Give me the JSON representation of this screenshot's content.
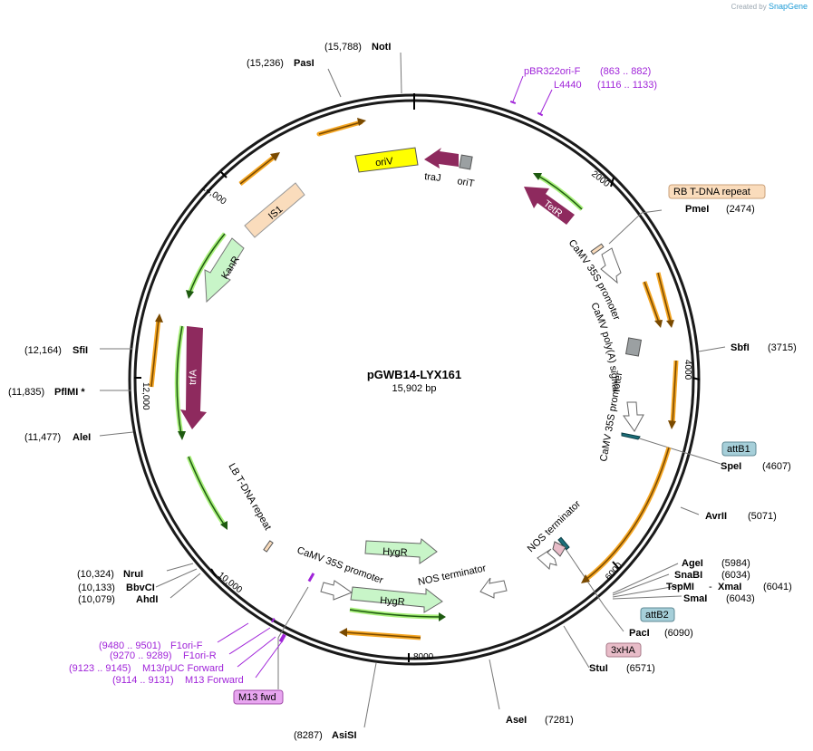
{
  "watermark": {
    "prefix": "Created by",
    "brand": "SnapGene"
  },
  "plasmid": {
    "name": "pGWB14-LYX161",
    "size": "15,902 bp"
  },
  "ticks": {
    "t2000": "2000",
    "t4000": "4000",
    "t6000": "6000",
    "t8000": "8000",
    "t10000": "10,000",
    "t12000": "12,000",
    "t14000": "14,000"
  },
  "sites": {
    "noti": {
      "pos": "(15,788)",
      "name": "NotI"
    },
    "pasi": {
      "pos": "(15,236)",
      "name": "PasI"
    },
    "pmei": {
      "name": "PmeI",
      "pos": "(2474)"
    },
    "sbfi": {
      "name": "SbfI",
      "pos": "(3715)"
    },
    "spei": {
      "name": "SpeI",
      "pos": "(4607)"
    },
    "avrii": {
      "name": "AvrII",
      "pos": "(5071)"
    },
    "agei": {
      "name": "AgeI",
      "pos": "(5984)"
    },
    "snabi": {
      "name": "SnaBI",
      "pos": "(6034)"
    },
    "tspmi": {
      "name": "TspMI",
      "sep": "-",
      "name2": "XmaI",
      "pos": "(6041)"
    },
    "smai": {
      "name": "SmaI",
      "pos": "(6043)"
    },
    "paci": {
      "name": "PacI",
      "pos": "(6090)"
    },
    "stui": {
      "name": "StuI",
      "pos": "(6571)"
    },
    "asei": {
      "name": "AseI",
      "pos": "(7281)"
    },
    "asisi": {
      "pos": "(8287)",
      "name": "AsiSI"
    },
    "ahdi": {
      "pos": "(10,079)",
      "name": "AhdI"
    },
    "bbvci": {
      "pos": "(10,133)",
      "name": "BbvCI"
    },
    "nrui": {
      "pos": "(10,324)",
      "name": "NruI"
    },
    "alei": {
      "pos": "(11,477)",
      "name": "AleI"
    },
    "pflmi": {
      "pos": "(11,835)",
      "name": "PflMI *"
    },
    "sfii": {
      "pos": "(12,164)",
      "name": "SfiI"
    }
  },
  "primers": {
    "pbr322": {
      "name": "pBR322ori-F",
      "range": "(863 .. 882)"
    },
    "l4440": {
      "name": "L4440",
      "range": "(1116 .. 1133)"
    },
    "f1orif": {
      "range": "(9480 .. 9501)",
      "name": "F1ori-F"
    },
    "f1orir": {
      "range": "(9270 .. 9289)",
      "name": "F1ori-R"
    },
    "m13puc": {
      "range": "(9123 .. 9145)",
      "name": "M13/pUC Forward"
    },
    "m13fwd": {
      "range": "(9114 .. 9131)",
      "name": "M13 Forward"
    }
  },
  "boxes": {
    "rb": "RB T-DNA repeat",
    "attb1": "attB1",
    "attb2": "attB2",
    "ha": "3xHA",
    "m13": "M13 fwd"
  },
  "features": {
    "oriv": "oriV",
    "traj": "traJ",
    "orit": "oriT",
    "tetr": "TetR",
    "is1": "IS1",
    "kanr": "KanR",
    "trfa": "trfA",
    "hygr1": "HygR",
    "hygr2": "HygR",
    "camv_a": "CaMV 35S promoter",
    "polya": "CaMV poly(A) signal",
    "camv_b": "CaMV 35S promoter",
    "nos_r": "NOS terminator",
    "nos_l": "NOS terminator",
    "camv_c": "CaMV 35S promoter",
    "lb": "LB T-DNA repeat"
  },
  "colors": {
    "backbone": "#1a1a1a",
    "primer": "#a024d9",
    "orf": "#8e2a5e",
    "orange": "#f5a623",
    "green": "#3a9d23",
    "oriV": "#ffff00",
    "is1": "#fadcbc",
    "kanr": "#c8f5c8",
    "attb": "#a6cfd9",
    "ha": "#e8bcc8",
    "m13box": "#e8a6f0"
  }
}
